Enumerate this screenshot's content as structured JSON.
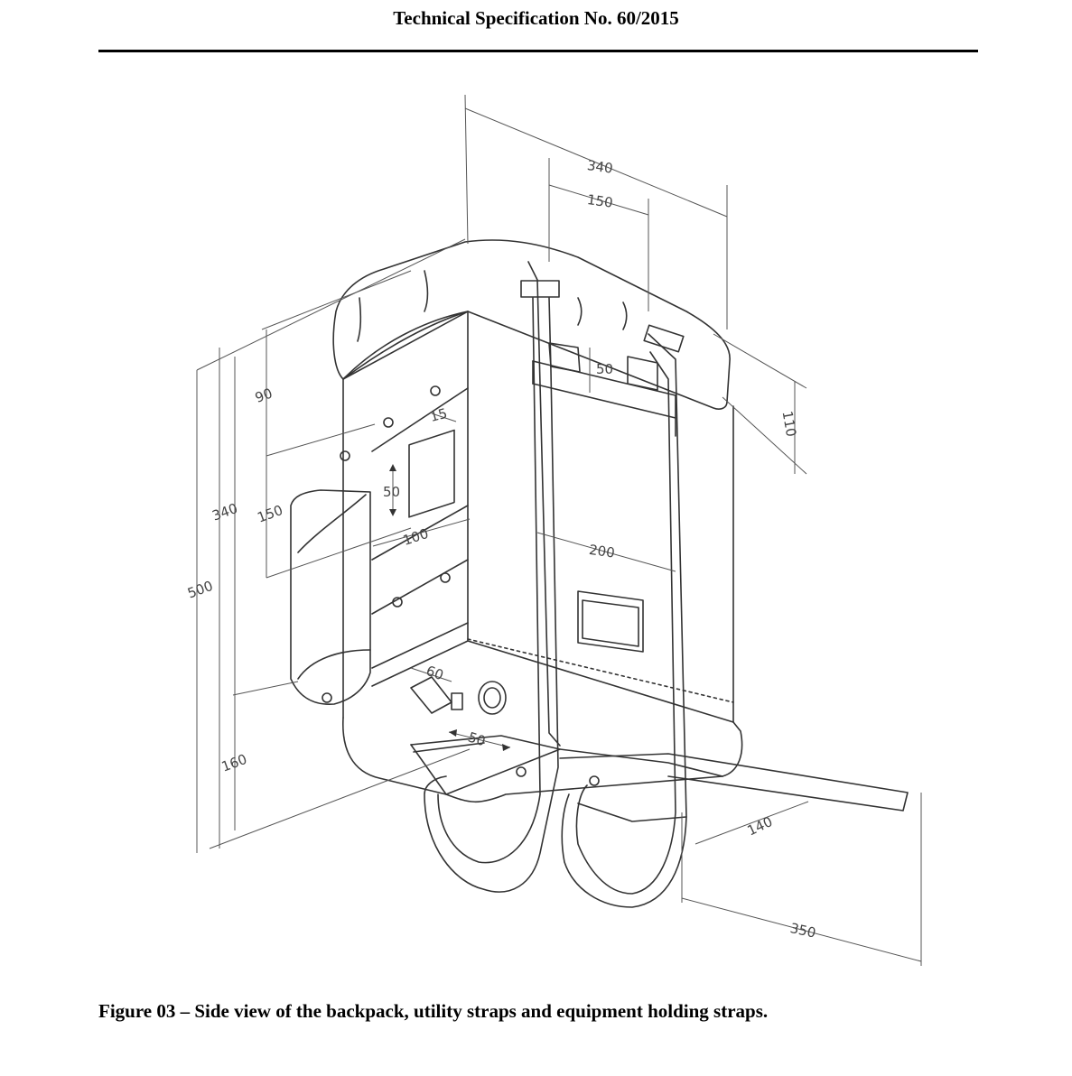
{
  "header": {
    "title": "Technical Specification No. 60/2015"
  },
  "figure": {
    "dimensions": {
      "top_width": "340",
      "strap_spacing": "150",
      "strap_loop_height": "50",
      "top_right_height": "110",
      "side_upper": "90",
      "side_margin": "15",
      "window_height": "50",
      "side_middle": "150",
      "side_total": "340",
      "overall_height": "500",
      "window_width": "100",
      "front_label_width": "200",
      "bottom_height": "160",
      "buckle": "60",
      "bottom_pocket": "50",
      "strap_width": "140",
      "strap_length": "350"
    }
  },
  "caption": {
    "text": "Figure 03 – Side view of the backpack, utility straps and equipment holding straps."
  }
}
